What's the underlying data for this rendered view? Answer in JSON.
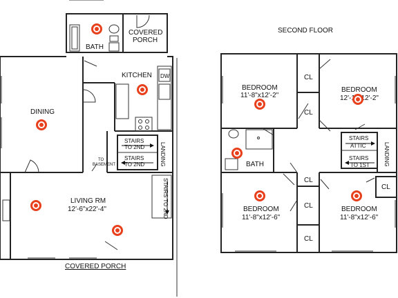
{
  "first_floor": {
    "bath": "BATH",
    "covered_porch_top_1": "COVERED",
    "covered_porch_top_2": "PORCH",
    "kitchen": "KITCHEN",
    "dw": "DW",
    "dining": "DINING",
    "stairs_up_1": "STAIRS",
    "stairs_up_2": "TO 2ND",
    "stairs_down_1": "STAIRS",
    "stairs_down_2": "TO 2ND",
    "to_basement_1": "TO",
    "to_basement_2": "BASEMENT",
    "landing": "LANDING",
    "stairs_vertical": "STAIRS TO 2ND",
    "living_rm": "LIVING RM",
    "living_dim": "12'-6\"x22'-4\"",
    "covered_porch_bottom": "COVERED PORCH"
  },
  "second_floor": {
    "title": "SECOND FLOOR",
    "bed1": "BEDROOM",
    "bed1_dim": "11'-8\"x12'-2\"",
    "bed2": "BEDROOM",
    "bed2_dim": "12'-1\"x12'-2\"",
    "bed3": "BEDROOM",
    "bed3_dim": "11'-8\"x12'-6\"",
    "bed4": "BEDROOM",
    "bed4_dim": "11'-8\"x12'-6\"",
    "cl": "CL",
    "bath": "BATH",
    "stairs_attic_1": "STAIRS",
    "stairs_attic_2": "ATTIC",
    "stairs_1st_1": "STAIRS",
    "stairs_1st_2": "TO 1ST",
    "landing": "LANDING"
  },
  "colors": {
    "marker": "#e8401c",
    "wall": "#222222"
  }
}
